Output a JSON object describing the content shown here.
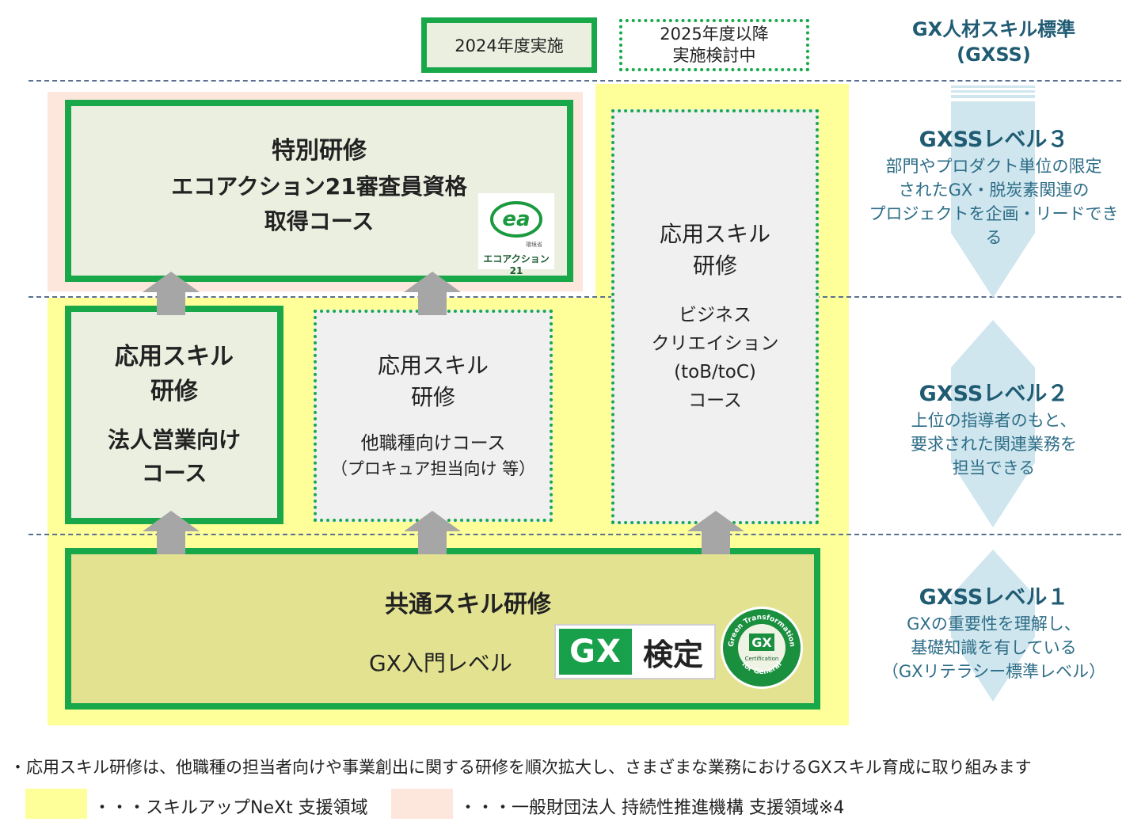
{
  "colors": {
    "green": "#18a84a",
    "yellow_region": "#ffff9a",
    "peach_region": "#fde6dc",
    "teal_text": "#1f5b73",
    "arrow_gray": "#a6a6a6",
    "level_arrow": "#cfe6ee"
  },
  "legend_top": {
    "implemented": "2024年度実施",
    "planned_line1": "2025年度以降",
    "planned_line2": "実施検討中"
  },
  "gxss_header": {
    "line1": "GX人材スキル標準",
    "line2": "(GXSS)"
  },
  "levels": [
    {
      "title": "GXSSレベル３",
      "desc": [
        "部門やプロダクト単位の限定",
        "されたGX・脱炭素関連の",
        "プロジェクトを企画・リードできる"
      ]
    },
    {
      "title": "GXSSレベル２",
      "desc": [
        "上位の指導者のもと、",
        "要求された関連業務を",
        "担当できる"
      ]
    },
    {
      "title": "GXSSレベル１",
      "desc": [
        "GXの重要性を理解し、",
        "基礎知識を有している",
        "（GXリテラシー標準レベル）"
      ]
    }
  ],
  "special_course": {
    "title": "特別研修",
    "line2": "エコアクション21審査員資格",
    "line3": "取得コース",
    "logo_mark": "ea",
    "logo_small": "環境省",
    "logo_text": "エコアクション21"
  },
  "applied_sales": {
    "title_line1": "応用スキル",
    "title_line2": "研修",
    "sub_line1": "法人営業向け",
    "sub_line2": "コース"
  },
  "applied_other": {
    "title_line1": "応用スキル",
    "title_line2": "研修",
    "sub_line1": "他職種向けコース",
    "sub_line2": "（プロキュア担当向け 等）"
  },
  "applied_business": {
    "title_line1": "応用スキル",
    "title_line2": "研修",
    "sub_line1": "ビジネス",
    "sub_line2": "クリエイション",
    "sub_line3": "(toB/toC)",
    "sub_line4": "コース"
  },
  "common_course": {
    "title": "共通スキル研修",
    "level": "GX入門レベル",
    "badge_gx": "GX",
    "badge_kentei": "検定",
    "seal_top": "Green Transformation",
    "seal_center": "GX",
    "seal_sub": "Certification",
    "seal_bottom": "for General"
  },
  "footer": {
    "note": "・応用スキル研修は、他職種の担当者向けや事業創出に関する研修を順次拡大し、さまざまな業務におけるGXスキル育成に取り組みます",
    "legend_yellow": "・・・スキルアップNeXt 支援領域",
    "legend_peach": "・・・一般財団法人 持続性推進機構 支援領域※4"
  }
}
